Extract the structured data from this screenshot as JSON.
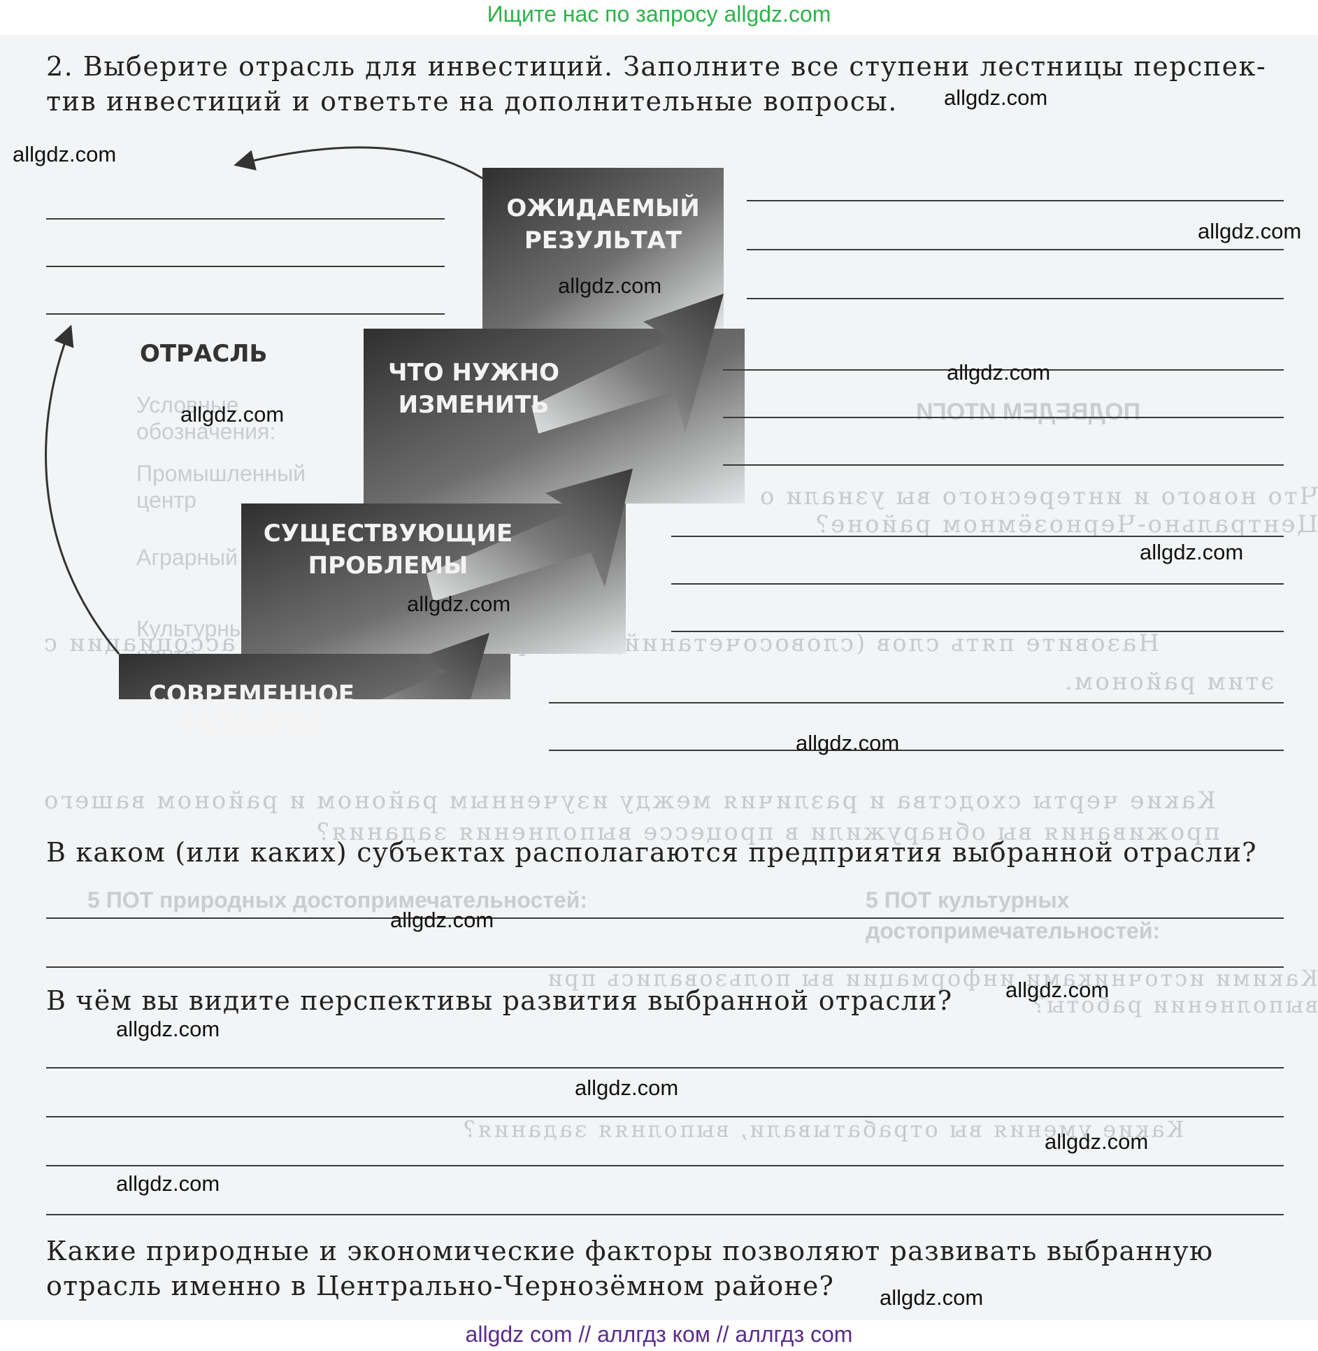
{
  "banner_top": "Ищите нас по запросу allgdz.com",
  "banner_bottom": "allgdz com  //  аллгдз ком  //  аллгдз com",
  "task": {
    "line1": "2.  Выберите отрасль для инвестиций. Заполните все ступени лестницы перспек-",
    "line2": "тив инвестиций и ответьте на дополнительные вопросы."
  },
  "ladder": {
    "industry_label": "ОТРАСЛЬ",
    "steps": [
      {
        "line1": "ОЖИДАЕМЫЙ",
        "line2": "РЕЗУЛЬТАТ"
      },
      {
        "line1": "ЧТО НУЖНО",
        "line2": "ИЗМЕНИТЬ"
      },
      {
        "line1": "СУЩЕСТВУЮЩИЕ",
        "line2": "ПРОБЛЕМЫ"
      },
      {
        "line1": "СОВРЕМЕННОЕ",
        "line2": "РАЗВИТИЕ"
      }
    ]
  },
  "questions": {
    "q1": "В каком (или каких) субъектах располагаются предприятия выбранной отрасли?",
    "q2": "В чём вы видите перспективы развития выбранной отрасли?",
    "q3_line1": "Какие природные и экономические факторы позволяют развивать выбранную",
    "q3_line2": "отрасль именно в Центрально-Чернозёмном районе?"
  },
  "watermark": "allgdz.com",
  "show_through": {
    "a": "Что нового и интересного вы узнали о Центрально-Чернозёмном районе?",
    "b": "Назовите пять слов (словосочетаний), которые приходят у вас ассоциации с",
    "c": "этим районом.",
    "d": "Какие черты сходства и различия между изученным районом и районом вашего",
    "e": "проживания вы обнаружили в процессе выполнения задания?",
    "f": "Какими источниками информации вы пользовались при выполнении работы?",
    "g": "Какие умения вы отрабатывали, выполняя задания?",
    "h": "ПОДВЕДЕМ ИТОГИ",
    "i": "Условные обозначения:",
    "j": "Промышленный центр",
    "k": "Аграрный центр",
    "l": "Культурный центр",
    "m": "5 ПОТ природных достопримечательностей:",
    "n": "5 ПОТ культурных достопримечательностей:"
  },
  "colors": {
    "banner_top": "#2db34a",
    "banner_bottom": "#5a2c8c",
    "step_dark": "#3f3f3f",
    "step_light": "#d6d8da"
  }
}
